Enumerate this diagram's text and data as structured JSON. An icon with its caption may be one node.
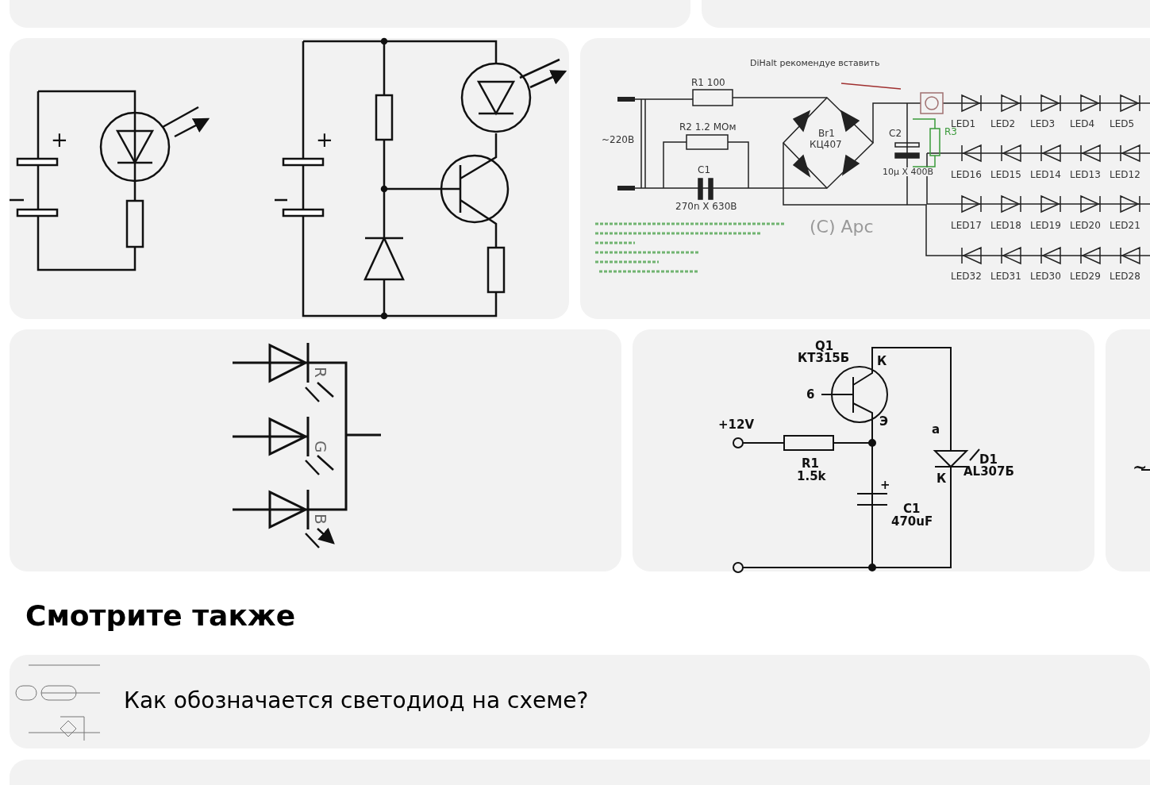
{
  "diagram": {
    "nodes": [
      {
        "text": [
          "Как обозначается светодиод на схеме?"
        ]
      },
      {
        "text": [],
        "shape": "box"
      }
    ],
    "edges": [],
    "labels": [
      "+",
      "+",
      "DiHalt рекомендуе вставить",
      "R1  100",
      "R2  1.2 МОм",
      "~220В",
      "C1",
      "270n X 630В",
      "Br1",
      "КЦ407",
      "C2",
      "10µ X 400В",
      "R3",
      "LED1",
      "LED2",
      "LED3",
      "LED4",
      "LED5",
      "LED16",
      "LED15",
      "LED14",
      "LED13",
      "LED12",
      "LED17",
      "LED18",
      "LED19",
      "LED20",
      "LED21",
      "LED32",
      "LED31",
      "LED30",
      "LED29",
      "LED28",
      "(C) Apc",
      "R",
      "G",
      "B",
      "Q1",
      "КТ315Б",
      "К",
      "6",
      "+12V",
      "Э",
      "R1",
      "1.5k",
      "+",
      "C1",
      "470uF",
      "a",
      "К",
      "D1",
      "AL307Б",
      "~",
      "Смотрите также"
    ]
  }
}
